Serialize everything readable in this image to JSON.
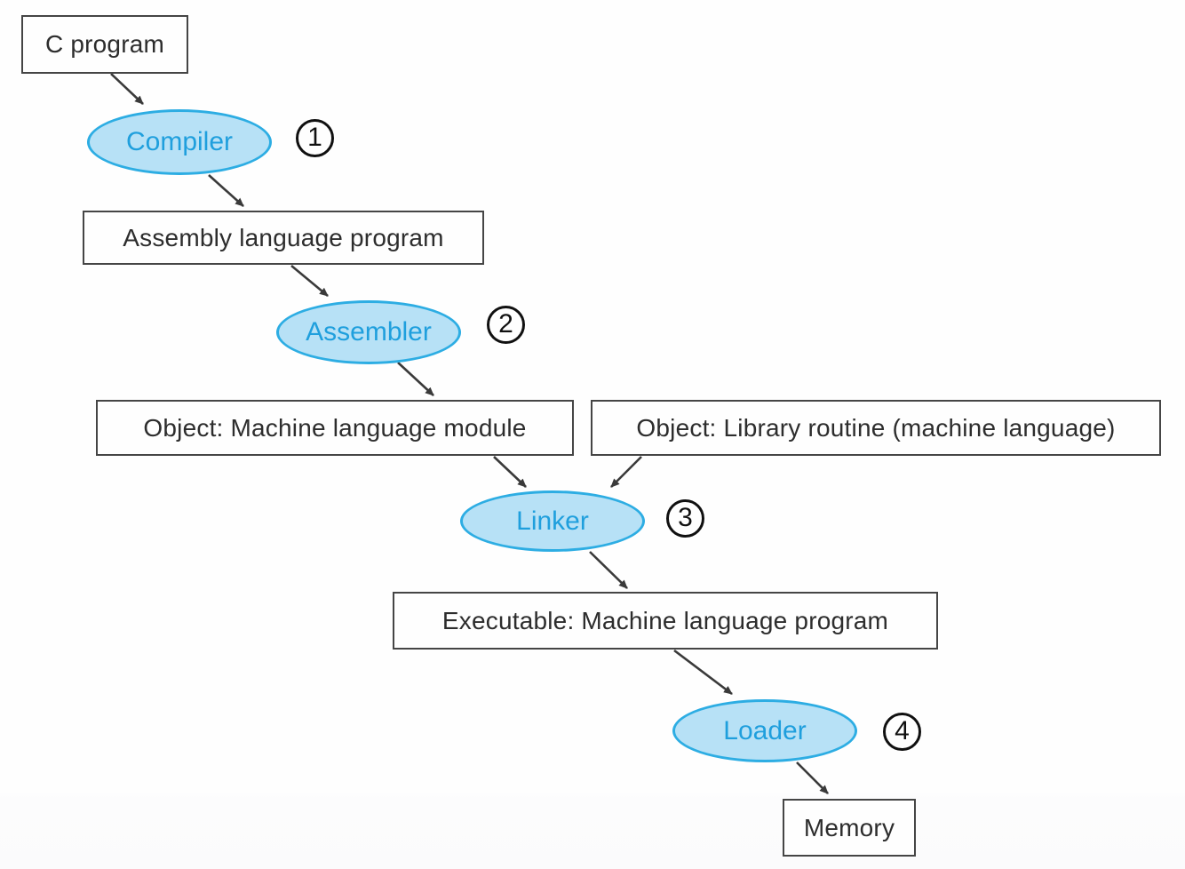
{
  "colors": {
    "ellipse_fill": "#b7e1f6",
    "ellipse_border": "#2dade3",
    "ellipse_text": "#1f9fdd",
    "box_border": "#454545",
    "box_text": "#2d2d2d",
    "arrow": "#3a3a3a",
    "badge_border": "#101010"
  },
  "nodes": {
    "c_program": {
      "label": "C program"
    },
    "compiler": {
      "label": "Compiler"
    },
    "assembly": {
      "label": "Assembly language program"
    },
    "assembler": {
      "label": "Assembler"
    },
    "object_module": {
      "label": "Object: Machine language module"
    },
    "object_library": {
      "label": "Object: Library routine (machine language)"
    },
    "linker": {
      "label": "Linker"
    },
    "executable": {
      "label": "Executable: Machine language program"
    },
    "loader": {
      "label": "Loader"
    },
    "memory": {
      "label": "Memory"
    }
  },
  "steps": {
    "compiler": "1",
    "assembler": "2",
    "linker": "3",
    "loader": "4"
  }
}
